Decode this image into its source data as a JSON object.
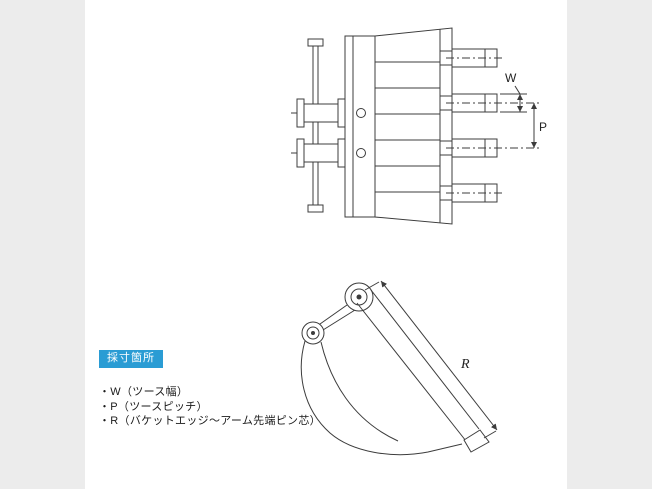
{
  "dimensions": {
    "w": "W",
    "p": "P",
    "r": "R"
  },
  "legend": {
    "badge": "採寸箇所",
    "badge_color": "#2a9cd4",
    "items": [
      "・W（ツース幅）",
      "・P（ツースピッチ）",
      "・R（バケットエッジ〜アーム先端ピン芯）"
    ]
  },
  "colors": {
    "background": "#ececec",
    "panel": "#ffffff",
    "line": "#3c3c3c"
  }
}
